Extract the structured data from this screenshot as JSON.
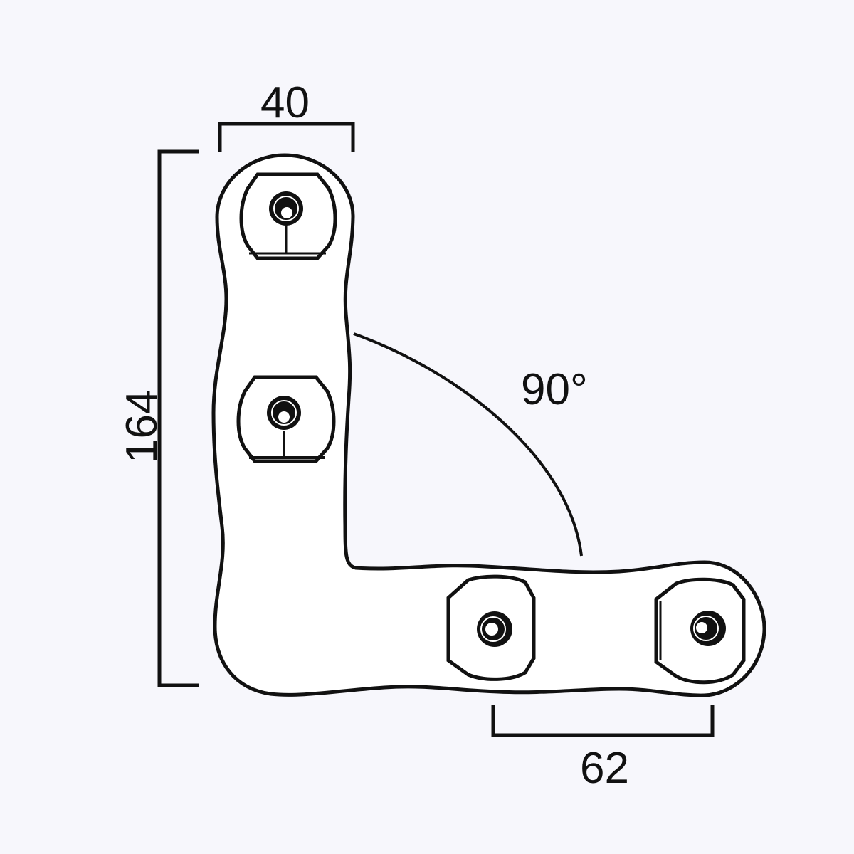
{
  "diagram": {
    "title": "L-shaped corner bracket with 4 mounting holes",
    "subject": "90 degree corner bracket",
    "colors": {
      "background": "#f7f7fc",
      "part_fill": "#ffffff",
      "line": "#111111"
    },
    "dimensions": {
      "width": {
        "label": "40",
        "description": "arm width"
      },
      "height": {
        "label": "164",
        "description": "overall height"
      },
      "hole_pitch": {
        "label": "62",
        "description": "horizontal hole spacing"
      },
      "angle": {
        "label": "90°",
        "description": "angle between arms"
      }
    },
    "holes": [
      {
        "id": "hole-1",
        "arm": "vertical",
        "position": "top"
      },
      {
        "id": "hole-2",
        "arm": "vertical",
        "position": "middle"
      },
      {
        "id": "hole-3",
        "arm": "horizontal",
        "position": "inner"
      },
      {
        "id": "hole-4",
        "arm": "horizontal",
        "position": "outer"
      }
    ]
  }
}
